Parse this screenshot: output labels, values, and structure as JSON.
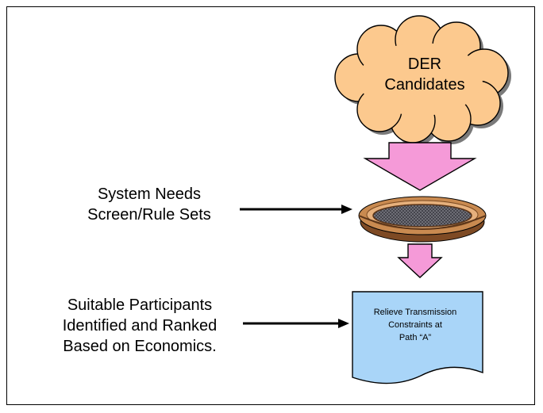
{
  "cloud": {
    "line1": "DER",
    "line2": "Candidates"
  },
  "system_needs": {
    "line1": "System Needs",
    "line2": "Screen/Rule Sets"
  },
  "participants": {
    "line1": "Suitable Participants",
    "line2": "Identified and Ranked",
    "line3": "Based on Economics."
  },
  "document": {
    "line1": "Relieve Transmission",
    "line2": "Constraints at",
    "line3": "Path “A”"
  },
  "colors": {
    "cloud_fill": "#fcc98e",
    "arrow_fill": "#f59ad8",
    "document_fill": "#a9d5f8",
    "sieve_rim": "#b4703c",
    "sieve_mesh": "#4a4a52"
  },
  "icons": {
    "cloud": "cloud-shape",
    "sieve": "sieve-icon",
    "document": "document-shape"
  }
}
